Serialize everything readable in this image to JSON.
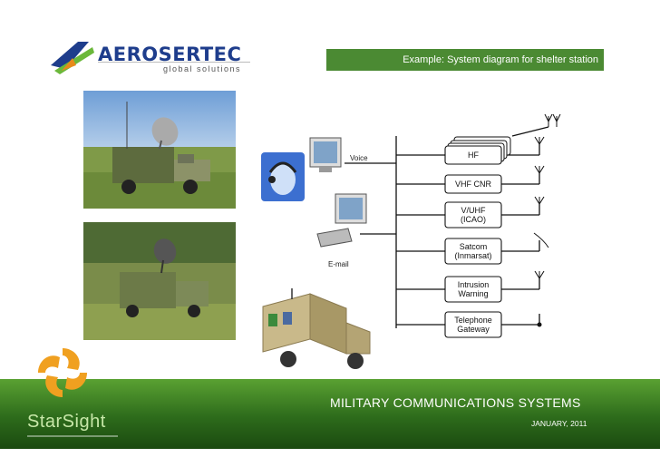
{
  "logo": {
    "name": "AEROSERTEC",
    "tagline": "global solutions"
  },
  "banner": {
    "text": "Example: System diagram for shelter station"
  },
  "diagram": {
    "inputs": [
      "Voice",
      "E-mail"
    ],
    "systems": [
      {
        "id": "hf",
        "lines": [
          "HF"
        ]
      },
      {
        "id": "vhf-cnr",
        "lines": [
          "VHF CNR"
        ]
      },
      {
        "id": "v-uhf",
        "lines": [
          "V/UHF",
          "(ICAO)"
        ]
      },
      {
        "id": "satcom",
        "lines": [
          "Satcom",
          "(Inmarsat)"
        ]
      },
      {
        "id": "intrusion",
        "lines": [
          "Intrusion",
          "Warning"
        ]
      },
      {
        "id": "telephone",
        "lines": [
          "Telephone",
          "Gateway"
        ]
      }
    ]
  },
  "footer": {
    "title": "MILITARY COMMUNICATIONS SYSTEMS",
    "date": "JANUARY, 2011"
  },
  "starsight": {
    "name": "StarSight"
  },
  "colors": {
    "green": "#4b8a33",
    "navy": "#1e3d8c",
    "orange": "#e88a1a"
  }
}
